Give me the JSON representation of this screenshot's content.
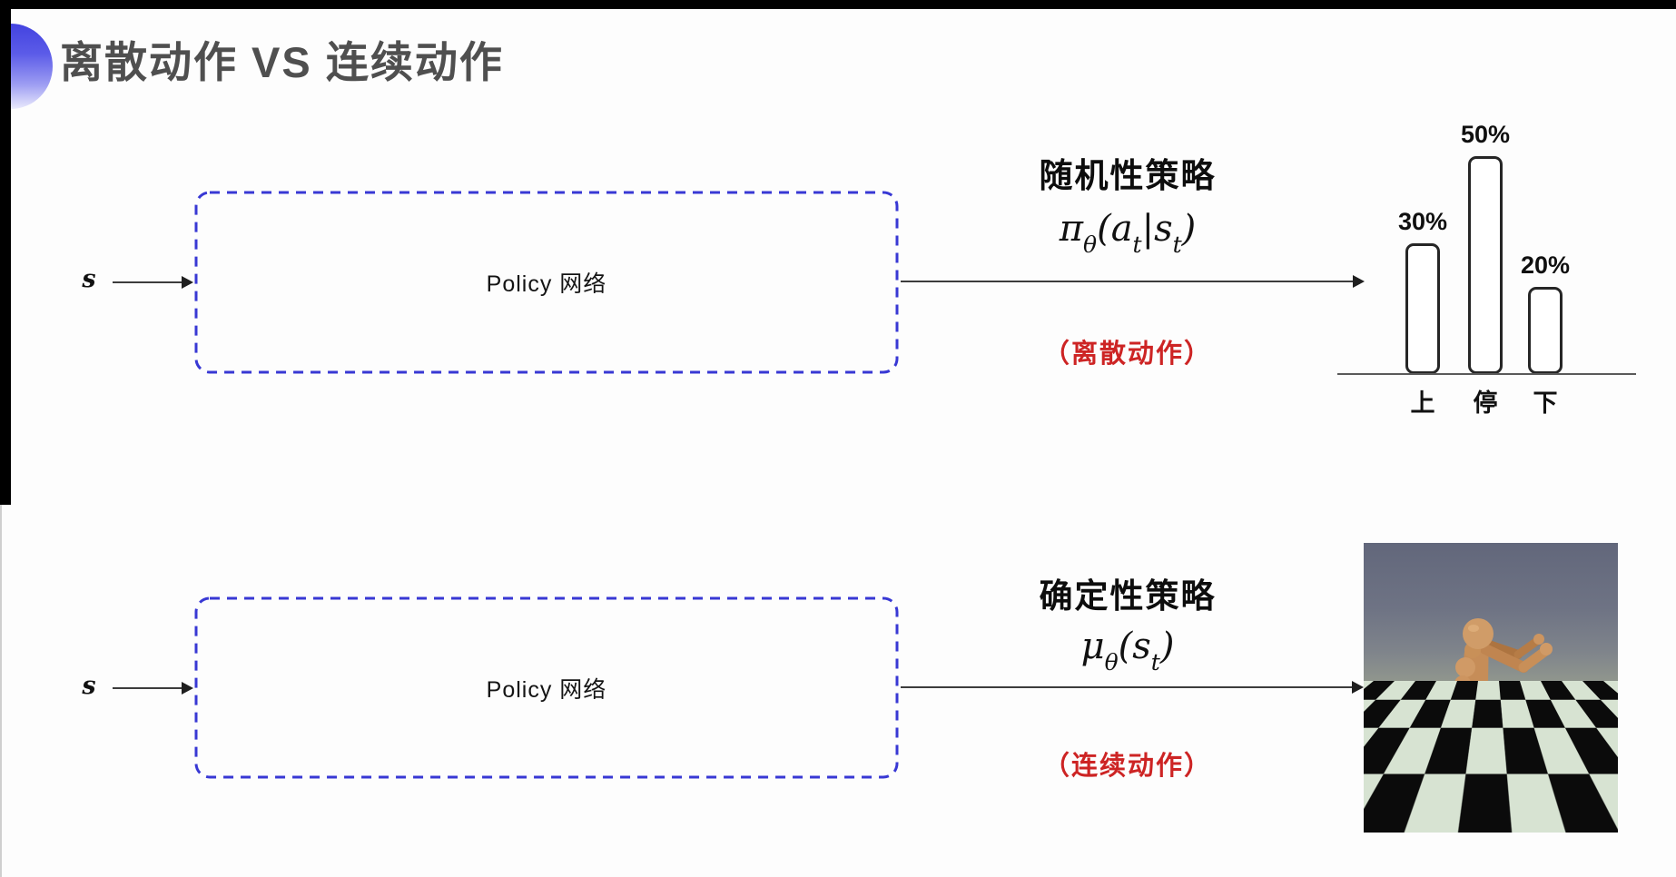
{
  "title": "离散动作 VS 连续动作",
  "colors": {
    "accent_blue": "#3838d4",
    "note_red": "#cd2424",
    "title_gray": "#4f4f4f"
  },
  "top_flow": {
    "input_label": "s",
    "box_label": "Policy 网络",
    "policy_title": "随机性策略",
    "formula": {
      "lead": "π",
      "lead_sub": "θ",
      "open": "(",
      "arg1": "a",
      "arg1_sub": "t",
      "sep": "|",
      "arg2": "s",
      "arg2_sub": "t",
      "close": ")"
    },
    "note": "（离散动作）"
  },
  "bottom_flow": {
    "input_label": "s",
    "box_label": "Policy 网络",
    "policy_title": "确定性策略",
    "formula": {
      "lead": "μ",
      "lead_sub": "θ",
      "open": "(",
      "arg1": "s",
      "arg1_sub": "t",
      "close": ")"
    },
    "note": "（连续动作）"
  },
  "chart_data": {
    "type": "bar",
    "categories": [
      "上",
      "停",
      "下"
    ],
    "values": [
      30,
      50,
      20
    ],
    "value_labels": [
      "30%",
      "50%",
      "20%"
    ],
    "title": "",
    "xlabel": "",
    "ylabel": "",
    "ylim": [
      0,
      55
    ],
    "grid": false,
    "legend": false
  },
  "simulation_image": {
    "alt": "humanoid robot running on a black-and-white checkerboard floor"
  }
}
